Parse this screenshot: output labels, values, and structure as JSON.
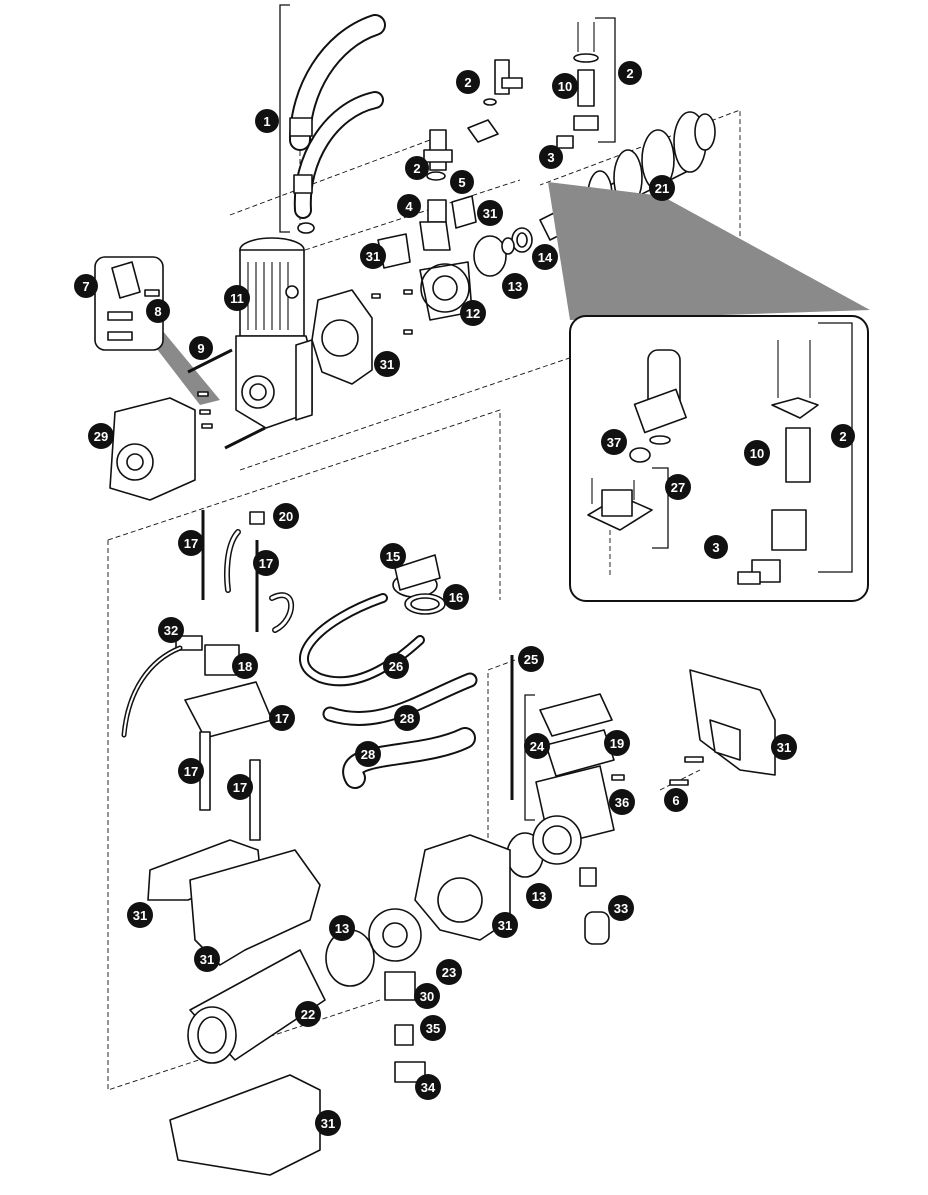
{
  "diagram": {
    "type": "exploded-parts-view",
    "callouts": [
      {
        "id": "c1",
        "number": "1"
      },
      {
        "id": "c2a",
        "number": "2"
      },
      {
        "id": "c2b",
        "number": "2"
      },
      {
        "id": "c2c",
        "number": "2"
      },
      {
        "id": "c2d",
        "number": "2"
      },
      {
        "id": "c3a",
        "number": "3"
      },
      {
        "id": "c3b",
        "number": "3"
      },
      {
        "id": "c4",
        "number": "4"
      },
      {
        "id": "c5",
        "number": "5"
      },
      {
        "id": "c6",
        "number": "6"
      },
      {
        "id": "c7",
        "number": "7"
      },
      {
        "id": "c8",
        "number": "8"
      },
      {
        "id": "c9",
        "number": "9"
      },
      {
        "id": "c10a",
        "number": "10"
      },
      {
        "id": "c10b",
        "number": "10"
      },
      {
        "id": "c11",
        "number": "11"
      },
      {
        "id": "c12",
        "number": "12"
      },
      {
        "id": "c13a",
        "number": "13"
      },
      {
        "id": "c13b",
        "number": "13"
      },
      {
        "id": "c13c",
        "number": "13"
      },
      {
        "id": "c14",
        "number": "14"
      },
      {
        "id": "c15",
        "number": "15"
      },
      {
        "id": "c16",
        "number": "16"
      },
      {
        "id": "c17a",
        "number": "17"
      },
      {
        "id": "c17b",
        "number": "17"
      },
      {
        "id": "c17c",
        "number": "17"
      },
      {
        "id": "c17d",
        "number": "17"
      },
      {
        "id": "c17e",
        "number": "17"
      },
      {
        "id": "c18",
        "number": "18"
      },
      {
        "id": "c19",
        "number": "19"
      },
      {
        "id": "c20",
        "number": "20"
      },
      {
        "id": "c21",
        "number": "21"
      },
      {
        "id": "c22",
        "number": "22"
      },
      {
        "id": "c23",
        "number": "23"
      },
      {
        "id": "c24",
        "number": "24"
      },
      {
        "id": "c25",
        "number": "25"
      },
      {
        "id": "c26",
        "number": "26"
      },
      {
        "id": "c27",
        "number": "27"
      },
      {
        "id": "c28a",
        "number": "28"
      },
      {
        "id": "c28b",
        "number": "28"
      },
      {
        "id": "c29",
        "number": "29"
      },
      {
        "id": "c30",
        "number": "30"
      },
      {
        "id": "c31a",
        "number": "31"
      },
      {
        "id": "c31b",
        "number": "31"
      },
      {
        "id": "c31c",
        "number": "31"
      },
      {
        "id": "c31d",
        "number": "31"
      },
      {
        "id": "c31e",
        "number": "31"
      },
      {
        "id": "c31f",
        "number": "31"
      },
      {
        "id": "c31g",
        "number": "31"
      },
      {
        "id": "c31h",
        "number": "31"
      },
      {
        "id": "c32",
        "number": "32"
      },
      {
        "id": "c33",
        "number": "33"
      },
      {
        "id": "c34",
        "number": "34"
      },
      {
        "id": "c35",
        "number": "35"
      },
      {
        "id": "c36",
        "number": "36"
      },
      {
        "id": "c37",
        "number": "37"
      }
    ]
  }
}
